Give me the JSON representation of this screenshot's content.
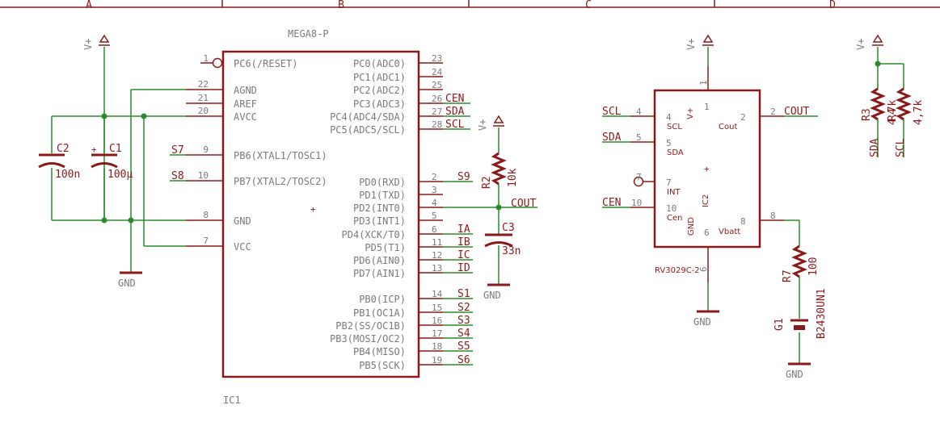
{
  "frame": {
    "cols": [
      "A",
      "B",
      "C",
      "D"
    ]
  },
  "ic1": {
    "part": "MEGA8-P",
    "name": "IC1",
    "left_pins": [
      {
        "num": "1",
        "name": "PC6(/RESET)"
      },
      {
        "num": "22",
        "name": "AGND"
      },
      {
        "num": "21",
        "name": "AREF"
      },
      {
        "num": "20",
        "name": "AVCC"
      },
      {
        "num": "9",
        "name": "PB6(XTAL1/TOSC1)"
      },
      {
        "num": "10",
        "name": "PB7(XTAL2/TOSC2)"
      },
      {
        "num": "8",
        "name": "GND"
      },
      {
        "num": "7",
        "name": "VCC"
      }
    ],
    "right_pins": [
      {
        "num": "23",
        "name": "PC0(ADC0)"
      },
      {
        "num": "24",
        "name": "PC1(ADC1)"
      },
      {
        "num": "25",
        "name": "PC2(ADC2)"
      },
      {
        "num": "26",
        "name": "PC3(ADC3)"
      },
      {
        "num": "27",
        "name": "PC4(ADC4/SDA)"
      },
      {
        "num": "28",
        "name": "PC5(ADC5/SCL)"
      },
      {
        "num": "2",
        "name": "PD0(RXD)"
      },
      {
        "num": "3",
        "name": "PD1(TXD)"
      },
      {
        "num": "4",
        "name": "PD2(INT0)"
      },
      {
        "num": "5",
        "name": "PD3(INT1)"
      },
      {
        "num": "6",
        "name": "PD4(XCK/T0)"
      },
      {
        "num": "11",
        "name": "PD5(T1)"
      },
      {
        "num": "12",
        "name": "PD6(AIN0)"
      },
      {
        "num": "13",
        "name": "PD7(AIN1)"
      },
      {
        "num": "14",
        "name": "PB0(ICP)"
      },
      {
        "num": "15",
        "name": "PB1(OC1A)"
      },
      {
        "num": "16",
        "name": "PB2(SS/OC1B)"
      },
      {
        "num": "17",
        "name": "PB3(MOSI/OC2)"
      },
      {
        "num": "18",
        "name": "PB4(MISO)"
      },
      {
        "num": "19",
        "name": "PB5(SCK)"
      }
    ]
  },
  "nets": {
    "cen": "CEN",
    "sda": "SDA",
    "scl": "SCL",
    "s9": "S9",
    "cout": "COUT",
    "ia": "IA",
    "ib": "IB",
    "ic": "IC",
    "id": "ID",
    "s1": "S1",
    "s2": "S2",
    "s3": "S3",
    "s4": "S4",
    "s5": "S5",
    "s6": "S6",
    "s7": "S7",
    "s8": "S8"
  },
  "power": {
    "vplus": "V+",
    "gnd": "GND"
  },
  "parts": {
    "c2_name": "C2",
    "c2_val": "100n",
    "c1_name": "C1",
    "c1_val": "100µ",
    "r2_name": "R2",
    "r2_val": "10k",
    "c3_name": "C3",
    "c3_val": "33n",
    "r3_name": "R3",
    "r3_val": "4,7k",
    "r4_name": "R4",
    "r4_val": "4,7k",
    "r7_name": "R7",
    "r7_val": "100",
    "g1_name": "G1",
    "g1_val": "B2430UN1"
  },
  "ic2": {
    "name": "IC2",
    "part": "RV3029C-2",
    "pins": {
      "vcc": "V+",
      "scl": "SCL",
      "sda": "SDA",
      "int": "INT",
      "cen": "Cen",
      "cout": "Cout",
      "vbatt": "Vbatt",
      "gnd": "GND"
    },
    "pin_nums": {
      "p1": "1",
      "p2": "2",
      "p4": "4",
      "p5": "5",
      "p6": "6",
      "p7": "7",
      "p8": "8",
      "p10": "10"
    },
    "net_scl": "SCL",
    "net_sda": "SDA",
    "net_cen": "CEN",
    "net_cout": "COUT"
  }
}
